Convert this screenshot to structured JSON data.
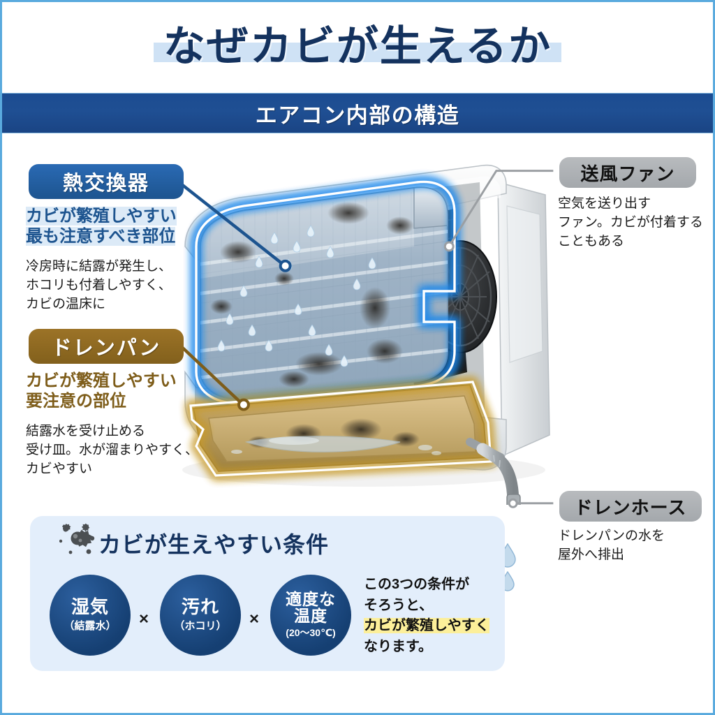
{
  "title": {
    "text": "なぜカビが生えるか"
  },
  "subtitle": {
    "text": "エアコン内部の構造"
  },
  "labels": {
    "heat_exchanger": {
      "badge": "熱交換器",
      "lead_line1": "カビが繁殖しやすい",
      "lead_line2": "最も注意すべき部位",
      "desc_line1": "冷房時に結露が発生し、",
      "desc_line2": "ホコリも付着しやすく、",
      "desc_line3": "カビの温床に",
      "color": "#1d548f"
    },
    "drain_pan": {
      "badge": "ドレンパン",
      "lead_line1": "カビが繁殖しやすい",
      "lead_line2": "要注意の部位",
      "desc_line1": "結露水を受け止める",
      "desc_line2": "受け皿。水が溜まりやすく、",
      "desc_line3": "カビやすい",
      "color": "#8f6820"
    },
    "blower_fan": {
      "badge": "送風ファン",
      "desc_line1": "空気を送り出す",
      "desc_line2": "ファン。カビが付着する",
      "desc_line3": "こともある",
      "color": "#aeb2b6"
    },
    "drain_hose": {
      "badge": "ドレンホース",
      "desc_line1": "ドレンパンの水を",
      "desc_line2": "屋外へ排出",
      "color": "#aeb2b6"
    }
  },
  "conditions": {
    "heading": "カビが生えやすい条件",
    "icon": "mold-spore-icon",
    "items": [
      {
        "main": "湿気",
        "sub": "（結露水）"
      },
      {
        "main": "汚れ",
        "sub": "（ホコリ）"
      },
      {
        "main_line1": "適度な",
        "main_line2": "温度",
        "sub": "(20〜30℃)"
      }
    ],
    "operator": "×",
    "note_line1": "この3つの条件が",
    "note_line2": "そろうと、",
    "note_highlight": "カビが繁殖しやすく",
    "note_line4": "なります。"
  },
  "theme": {
    "page_border": "#5aaade",
    "navy": "#14325e",
    "band_blue": "#1f4f93",
    "title_highlight": "#cfe2f5",
    "panel_bg": "#e3eefb",
    "yellow_highlight": "#fcef9a",
    "gold": "#8f6820"
  }
}
